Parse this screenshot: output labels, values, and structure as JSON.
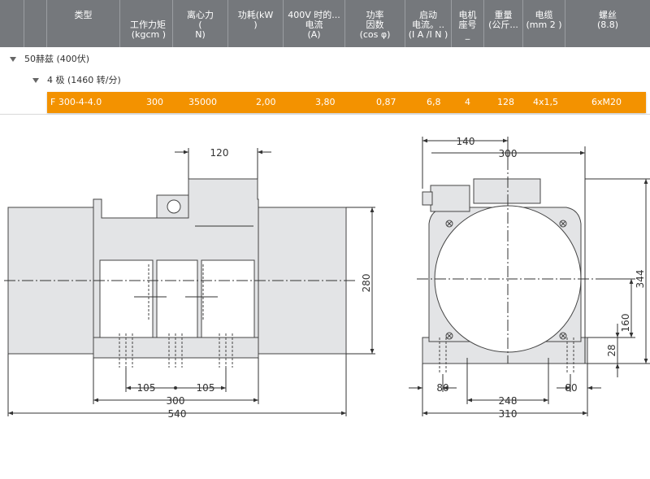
{
  "columns": [
    {
      "l1": "类型",
      "l2": "",
      "l3": ""
    },
    {
      "l1": "",
      "l2": "工作力矩",
      "l3": "(kgcm )"
    },
    {
      "l1": "离心力",
      "l2": "(",
      "l3": "N)"
    },
    {
      "l1": "功耗(kW",
      "l2": ")",
      "l3": ""
    },
    {
      "l1": "400V 时的...",
      "l2": "电流",
      "l3": "(A)"
    },
    {
      "l1": "功率",
      "l2": "因数",
      "l3": "(cos φ)"
    },
    {
      "l1": "启动",
      "l2": "电流。..",
      "l3": "(I A /I N )"
    },
    {
      "l1": "电机",
      "l2": "座号",
      "l3": "_"
    },
    {
      "l1": "重量",
      "l2": "(公斤...",
      "l3": ""
    },
    {
      "l1": "电缆",
      "l2": "(mm 2 )",
      "l3": ""
    },
    {
      "l1": "螺丝",
      "l2": "(8.8)",
      "l3": ""
    }
  ],
  "groups": {
    "freq": "50赫兹 (400伏)",
    "poles": "4 极 (1460 转/分)"
  },
  "row": {
    "type": "F 300-4-4.0",
    "work_moment": "300",
    "force": "35000",
    "power": "2,00",
    "current": "3,80",
    "cos_phi": "0,87",
    "start_ratio": "6,8",
    "frame": "4",
    "weight": "128",
    "cable": "4x1,5",
    "screw": "6xM20"
  },
  "drawing": {
    "side": {
      "d120": "120",
      "d280": "280",
      "d105a": "105",
      "d105b": "105",
      "d300": "300",
      "d540": "540"
    },
    "front": {
      "d140": "140",
      "d300": "300",
      "d344": "344",
      "d160": "160",
      "d28": "28",
      "d80a": "80",
      "d80b": "80",
      "d248": "248",
      "d310": "310"
    }
  },
  "colors": {
    "header_bg": "#75787c",
    "row_highlight": "#f39200"
  }
}
